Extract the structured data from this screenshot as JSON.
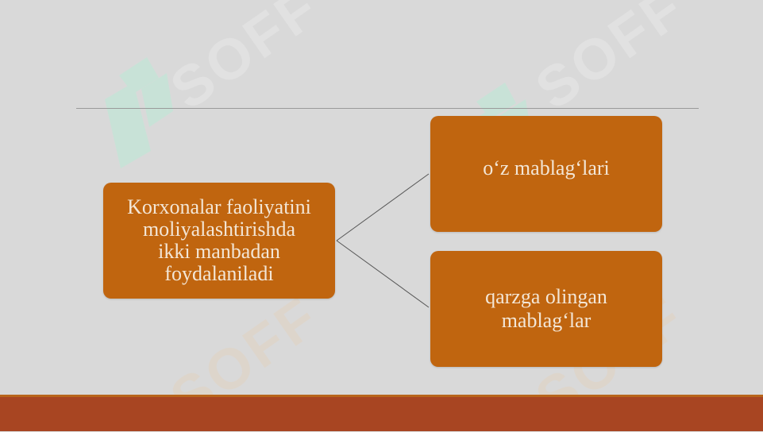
{
  "diagram": {
    "source": {
      "lines": [
        "Korxonalar faoliyatini",
        "moliyalashtirishda",
        "ikki manbadan",
        "foydalaniladi"
      ]
    },
    "targets": [
      {
        "lines": [
          "o‘z mablag‘lari"
        ]
      },
      {
        "lines": [
          "qarzga olingan",
          "mablag‘lar"
        ]
      }
    ]
  },
  "watermark": {
    "text": "SOFF"
  },
  "colors": {
    "background": "#d9d9d9",
    "box_fill": "#c0650f",
    "box_text": "#f3e6d6",
    "connector": "#555555",
    "footer": "#a84522",
    "rule": "#9a9a9a",
    "watermark_mark": "#b9ecd6"
  }
}
